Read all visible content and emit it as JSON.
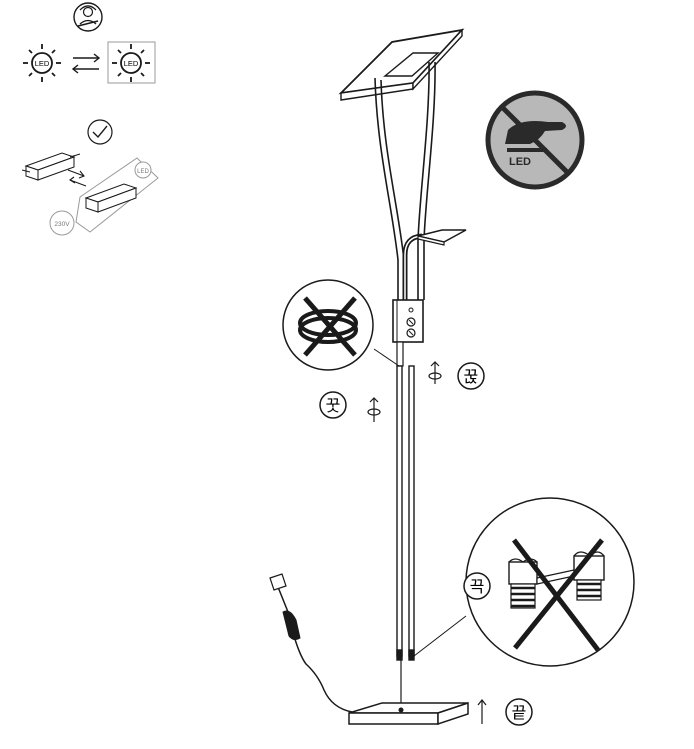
{
  "icons": {
    "led_text": "LED",
    "volt_text": "230V",
    "no_touch_led_text": "LED"
  },
  "steps": {
    "step_a": "꿋",
    "step_b": "꾽",
    "step_c": "끅",
    "step_d": "끝"
  },
  "colors": {
    "line": "#1a1a1a",
    "grey": "#9a9a9a",
    "sign_bg": "#b8b8b8",
    "sign_dark": "#2a2a2a"
  }
}
